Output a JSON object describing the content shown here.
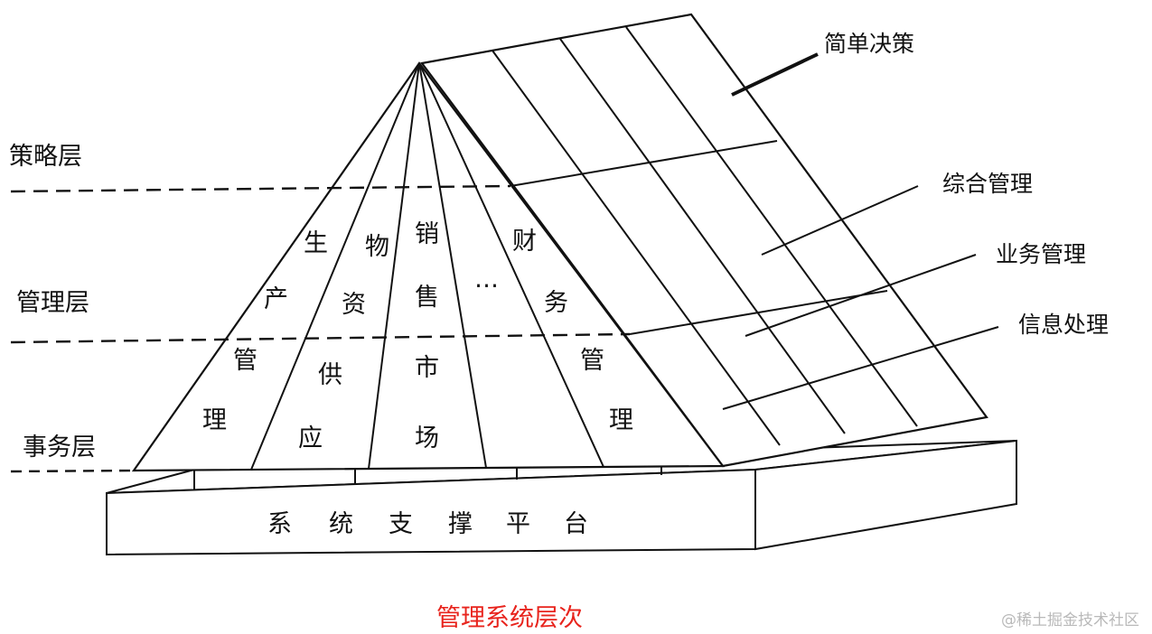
{
  "levels": {
    "strategic": "策略层",
    "management": "管理层",
    "operational": "事务层"
  },
  "side_labels": {
    "simple_decision": "简单决策",
    "integrated_management": "综合管理",
    "business_management": "业务管理",
    "information_processing": "信息处理"
  },
  "functions": {
    "production": [
      "生",
      "产",
      "管",
      "理"
    ],
    "materials": [
      "物",
      "资",
      "供",
      "应"
    ],
    "sales": [
      "销",
      "售",
      "市",
      "场"
    ],
    "ellipsis": "…",
    "finance": [
      "财",
      "务",
      "管",
      "理"
    ]
  },
  "platform": [
    "系",
    "统",
    "支",
    "撑",
    "平",
    "台"
  ],
  "caption": "管理系统层次",
  "watermark": "@稀土掘金技术社区",
  "colors": {
    "caption": "#e8241d",
    "ink": "#111111",
    "watermark": "#b9b9b9"
  }
}
